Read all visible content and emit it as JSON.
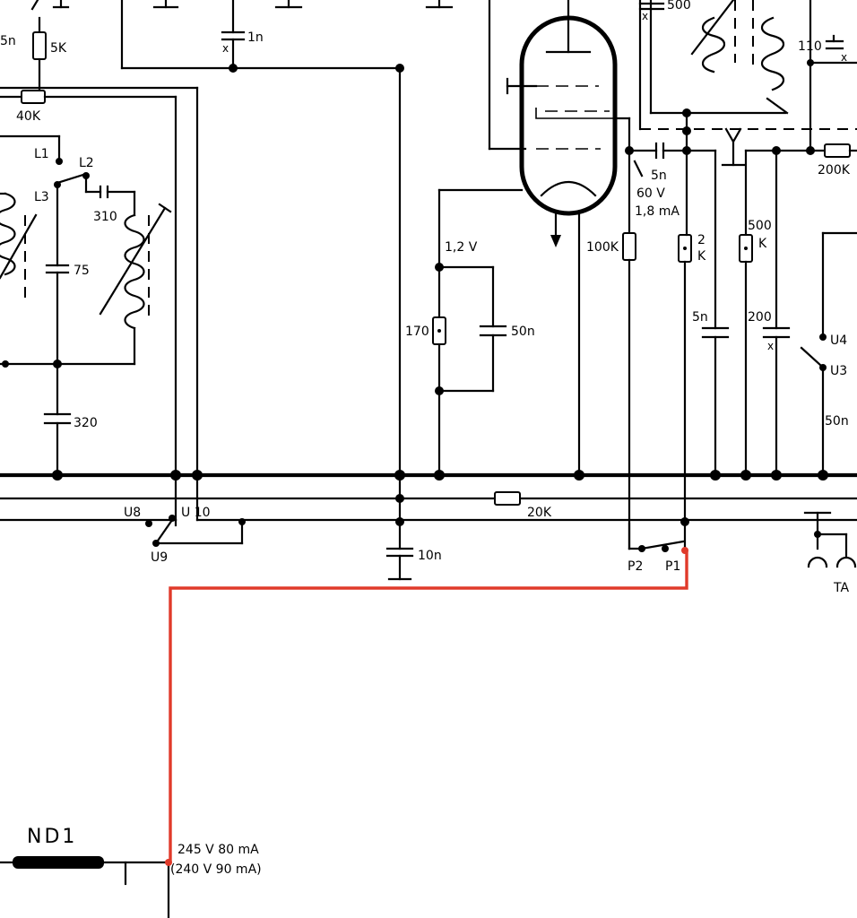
{
  "labels": {
    "c_5n_top_left": "5n",
    "r_5k": "5K",
    "c_1n": "1n",
    "r_40k": "40K",
    "l1": "L1",
    "l2": "L2",
    "l3": "L3",
    "c_310": "310",
    "c_75": "75",
    "c_320": "320",
    "u8": "U8",
    "u9": "U9",
    "u10": "U 10",
    "c_10n": "10n",
    "r_20k": "20K",
    "v_1_2": "1,2 V",
    "r_170": "170",
    "c_50n": "50n",
    "c_5n_anode": "5n",
    "v_60": "60 V",
    "i_1_8": "1,8 mA",
    "r_100k": "100K",
    "r_2k_a": "2",
    "r_2k_b": "K",
    "c_5n_mid": "5n",
    "r_500k_a": "500",
    "r_500k_b": "K",
    "c_200": "200",
    "c_500_top": "500",
    "c_110": "110",
    "r_200k": "200K",
    "u4": "U4",
    "u3": "U3",
    "c_50n_right": "50n",
    "p2": "P2",
    "p1": "P1",
    "ta": "TA",
    "nd1": "ND1",
    "supply_1": "245 V 80 mA",
    "supply_2": "(240 V 90 mA)",
    "x_mark": "x"
  },
  "highlight": {
    "color": "#e03a2a",
    "description_ref": "path from P1 to supply node"
  },
  "colors": {
    "ink": "#000000",
    "paper": "#ffffff",
    "highlight": "#e03a2a"
  }
}
